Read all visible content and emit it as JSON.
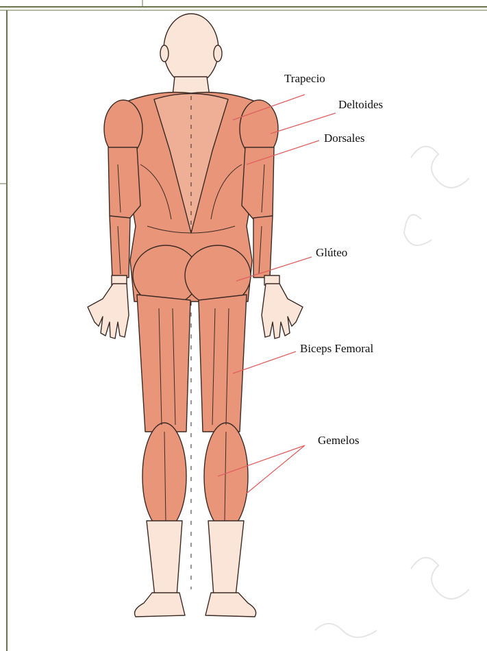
{
  "colors": {
    "muscle": "#e8957a",
    "muscle_light": "#efae96",
    "skin": "#fbe4d8",
    "outline": "#3a2a24",
    "leader": "#e06060",
    "frame": "#6b7350"
  },
  "labels": {
    "trapecio": "Trapecio",
    "deltoides": "Deltoides",
    "dorsales": "Dorsales",
    "gluteo": "Glúteo",
    "biceps_femoral": "Biceps Femoral",
    "gemelos": "Gemelos"
  }
}
